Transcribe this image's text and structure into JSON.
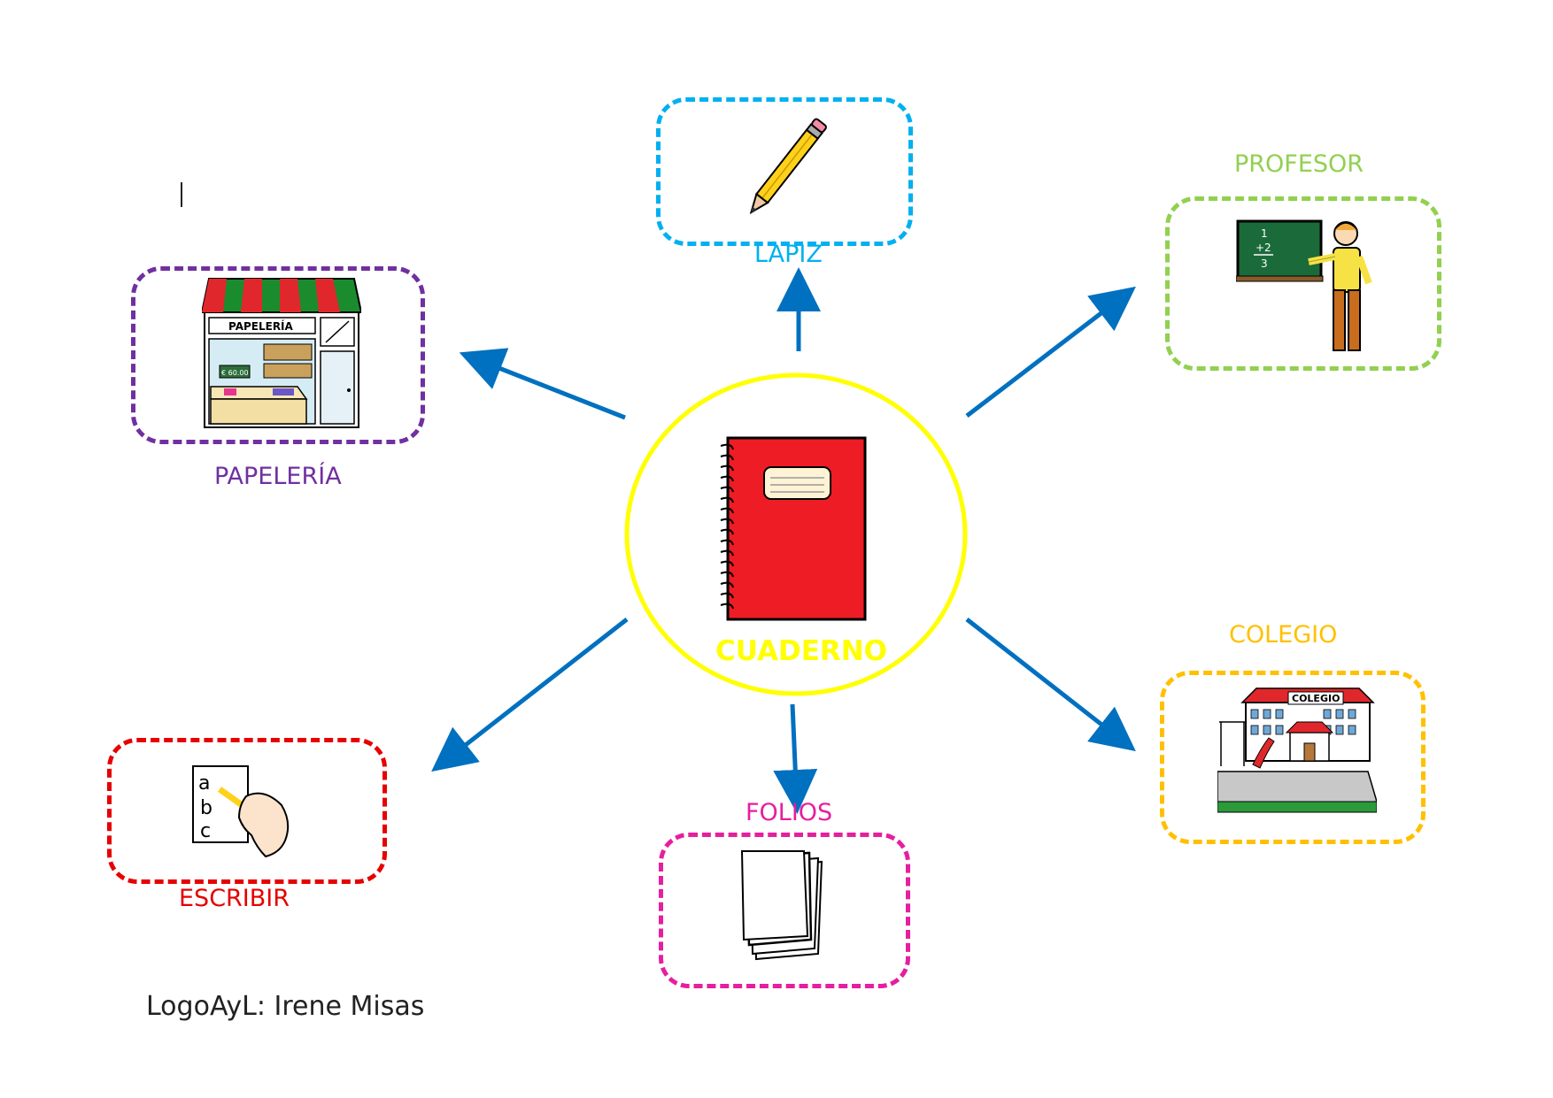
{
  "center": {
    "label": "CUADERNO",
    "icon": "notebook-icon",
    "color": "#ffff00"
  },
  "nodes": [
    {
      "id": "lapiz",
      "label": "LAPIZ",
      "icon": "pencil-icon",
      "color": "#00b0f0"
    },
    {
      "id": "profesor",
      "label": "PROFESOR",
      "icon": "teacher-icon",
      "color": "#92d050"
    },
    {
      "id": "papeleria",
      "label": "PAPELERÍA",
      "icon": "stationery-shop-icon",
      "color": "#7030a0",
      "sign": "PAPELERÍA",
      "price": "€ 60.00"
    },
    {
      "id": "escribir",
      "label": "ESCRIBIR",
      "icon": "writing-hand-icon",
      "color": "#e60000",
      "letters": [
        "a",
        "b",
        "c"
      ]
    },
    {
      "id": "folios",
      "label": "FOLIOS",
      "icon": "paper-sheets-icon",
      "color": "#e61ea0"
    },
    {
      "id": "colegio",
      "label": "COLEGIO",
      "icon": "school-icon",
      "color": "#ffc000",
      "sign": "COLEGIO"
    }
  ],
  "arrow_color": "#0070c0",
  "footer": {
    "credit": "LogoAyL: Irene Misas"
  }
}
